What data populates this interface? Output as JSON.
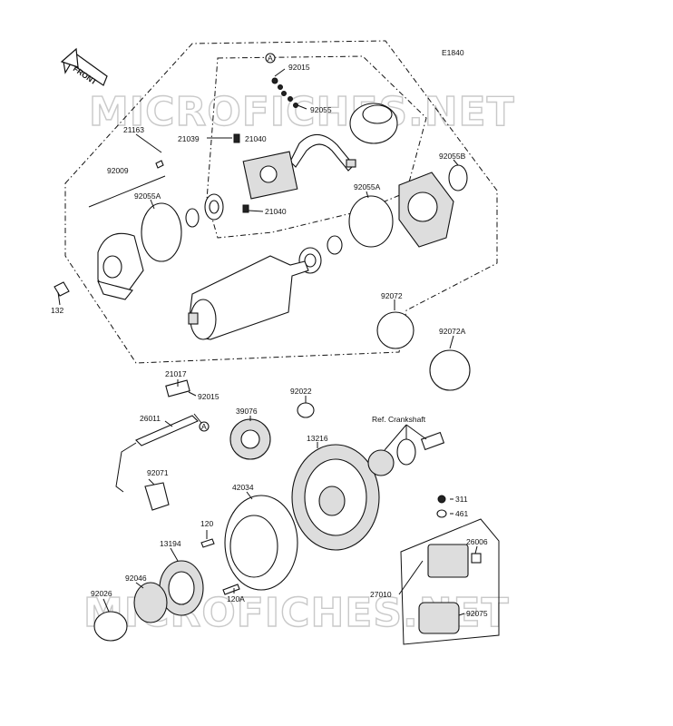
{
  "diagram_code": "E1840",
  "front_label": "FRONT",
  "watermark": "MICROFICHES.NET",
  "ref_note": "Ref. Crankshaft",
  "callout_a": "A",
  "labels": {
    "p92015a": "92015",
    "p92055": "92055",
    "p21163": "21163",
    "p21039": "21039",
    "p21040a": "21040",
    "p92055b": "92055B",
    "p92009": "92009",
    "p92055a_left": "92055A",
    "p92055a_right": "92055A",
    "p21040b": "21040",
    "p132": "132",
    "p92072": "92072",
    "p92072a": "92072A",
    "p21017": "21017",
    "p92015b": "92015",
    "p92022": "92022",
    "p39076": "39076",
    "p26011": "26011",
    "p13216": "13216",
    "p92071": "92071",
    "p42034": "42034",
    "p311": "311",
    "p461": "461",
    "p120": "120",
    "p13194": "13194",
    "p26006": "26006",
    "p92046": "92046",
    "p92026": "92026",
    "p120a": "120A",
    "p27010": "27010",
    "p92075": "92075"
  }
}
